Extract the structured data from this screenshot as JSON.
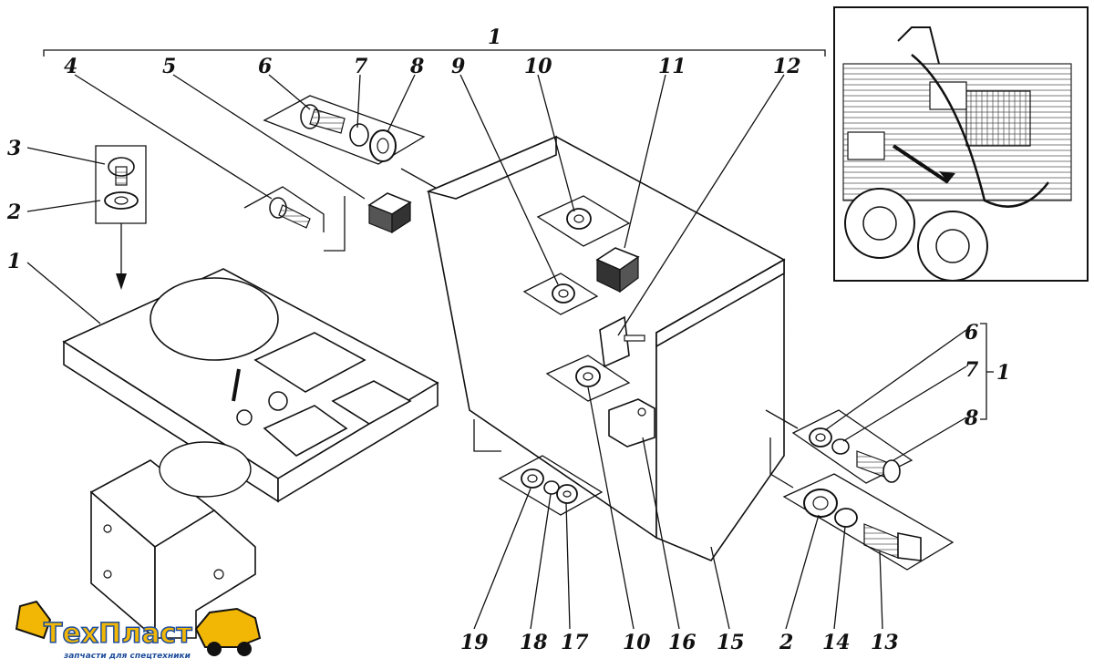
{
  "callouts": [
    "1",
    "2",
    "3",
    "4",
    "5",
    "6",
    "7",
    "8",
    "9",
    "10",
    "11",
    "12",
    "13",
    "14",
    "15",
    "16",
    "17",
    "18",
    "19"
  ],
  "logo": {
    "brand": "ТехПласт",
    "tagline": "запчасти для спецтехники",
    "colors": {
      "brand_yellow": "#f2b705",
      "brand_blue": "#1f4e9c"
    }
  }
}
